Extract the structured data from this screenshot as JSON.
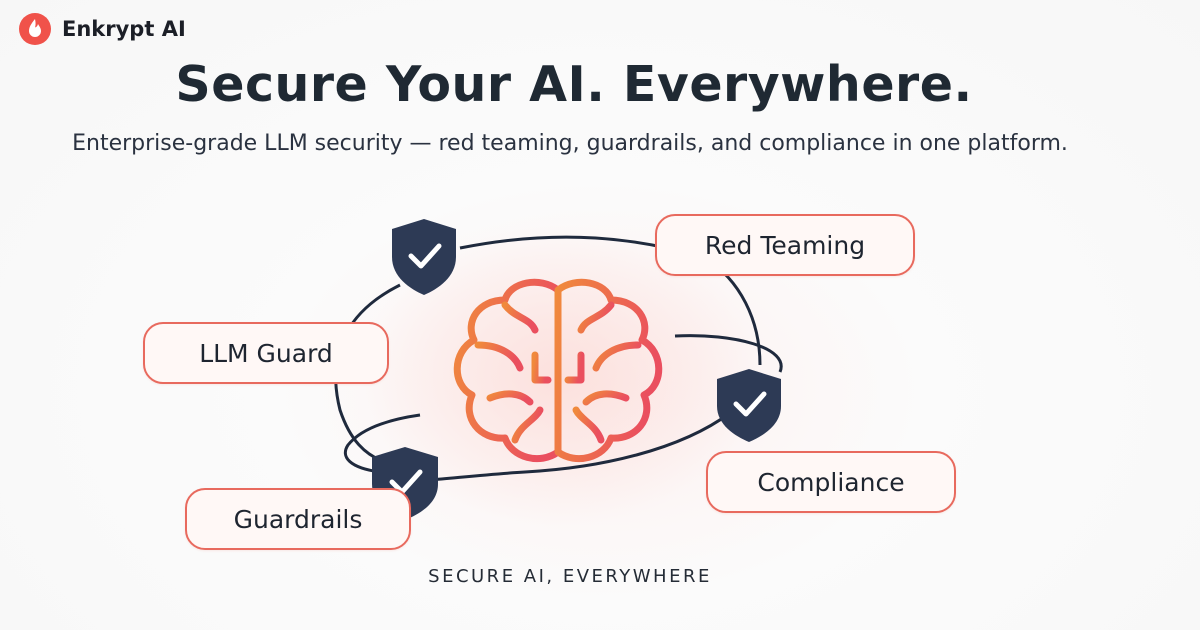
{
  "brand": {
    "name": "Enkrypt AI",
    "logo_icon": "flame-drop-icon",
    "logo_color": "#f0524a"
  },
  "hero": {
    "headline": "Secure Your AI. Everywhere.",
    "subheadline": "Enterprise-grade LLM security — red teaming, guardrails, and compliance in one platform."
  },
  "features": [
    {
      "label": "Red Teaming"
    },
    {
      "label": "LLM Guard"
    },
    {
      "label": "Compliance"
    },
    {
      "label": "Guardrails"
    }
  ],
  "footer": {
    "tagline": "SECURE AI, EVERYWHERE"
  },
  "colors": {
    "accent": "#e86a5e",
    "shield": "#2d3a55",
    "brain_start": "#f08a3c",
    "brain_end": "#ea4f5f",
    "text": "#1f2933"
  },
  "icons": [
    "brain-icon",
    "shield-check-icon"
  ]
}
